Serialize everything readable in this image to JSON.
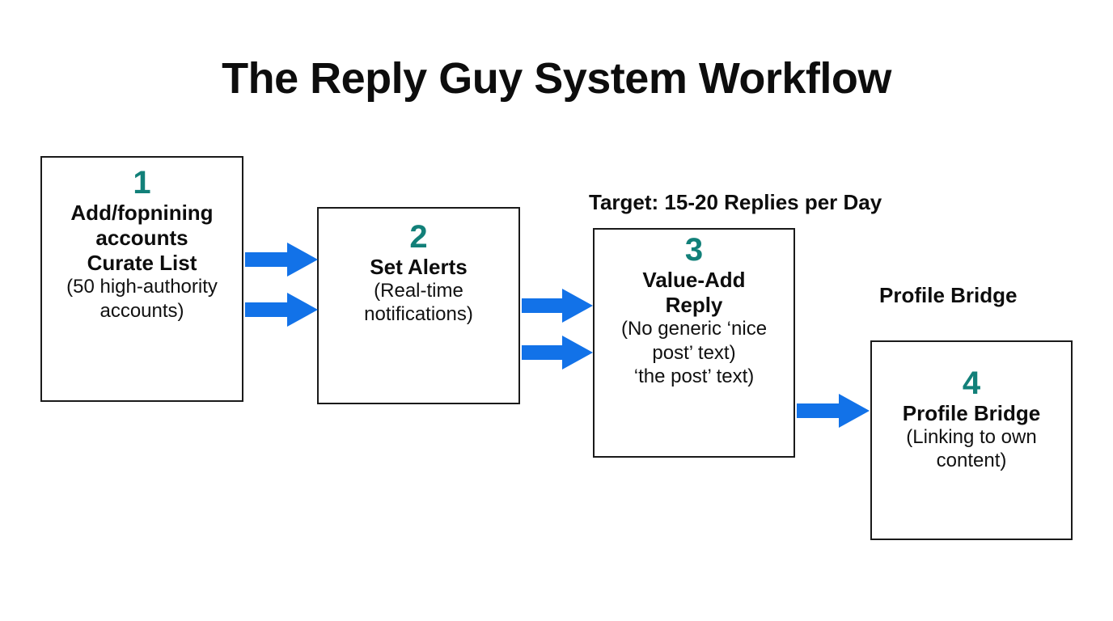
{
  "page": {
    "title": "The Reply Guy System Workflow",
    "background_color": "#ffffff",
    "accent_teal": "#128079",
    "arrow_blue": "#1272E8",
    "text_color": "#0d0d0d"
  },
  "diagram": {
    "type": "flowchart",
    "orientation": "left-to-right",
    "nodes": [
      {
        "number": "1",
        "title_line1": "Add/fopnining",
        "title_line2": "accounts",
        "title_line3": "Curate List",
        "sub_line1": "(50 high-authority",
        "sub_line2": "accounts)"
      },
      {
        "number": "2",
        "title_line1": "Set Alerts",
        "sub_line1": "(Real-time",
        "sub_line2": "notifications)"
      },
      {
        "number": "3",
        "title_line1": "Value-Add",
        "title_line2": "Reply",
        "sub_line1": "(No generic ‘nice",
        "sub_line2": "post’ text)",
        "sub_line3": "‘the post’ text)"
      },
      {
        "number": "4",
        "title_line1": "Profile Bridge",
        "sub_line1": "(Linking to own",
        "sub_line2": "content)"
      }
    ],
    "external_labels": [
      {
        "text": "Target: 15-20 Replies per Day"
      },
      {
        "text": "Profile Bridge"
      }
    ],
    "connectors": [
      {
        "from": "1",
        "to": "2",
        "count": 2,
        "style": "block-arrow",
        "color": "#1272E8"
      },
      {
        "from": "2",
        "to": "3",
        "count": 2,
        "style": "block-arrow",
        "color": "#1272E8"
      },
      {
        "from": "3",
        "to": "4",
        "count": 1,
        "style": "block-arrow",
        "color": "#1272E8"
      }
    ]
  }
}
